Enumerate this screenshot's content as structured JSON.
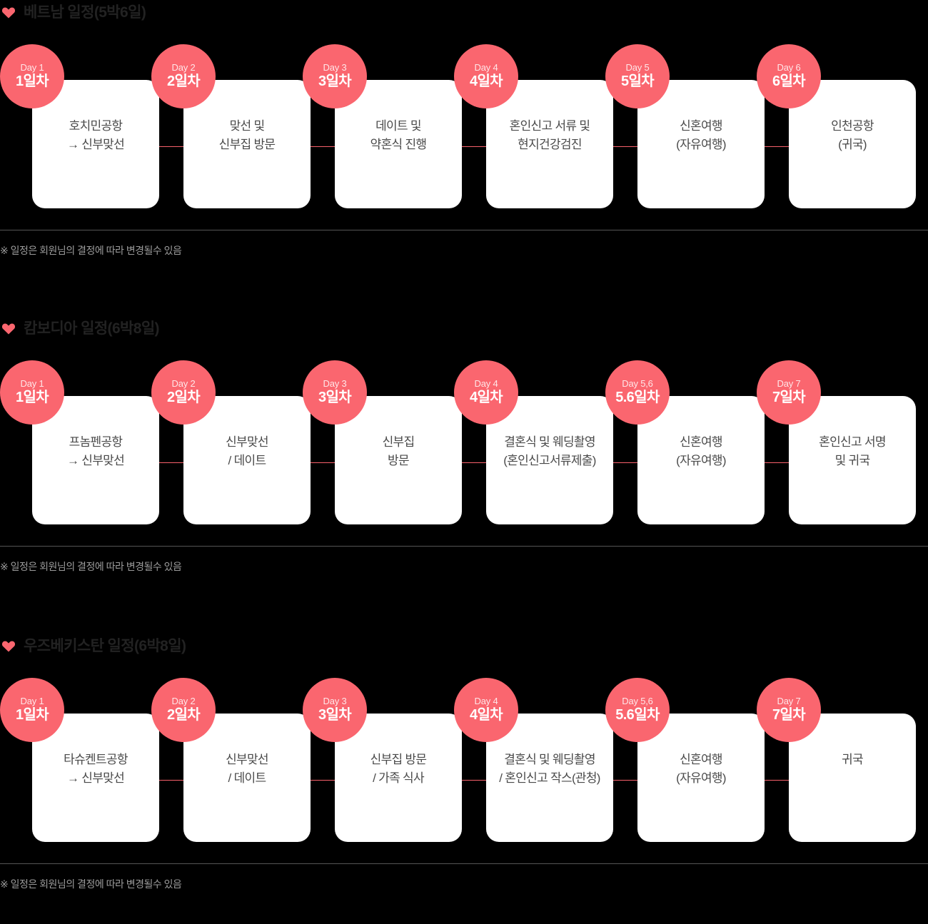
{
  "theme": {
    "background": "#000000",
    "badge_color": "#fa666f",
    "card_color": "#ffffff",
    "connector_color": "#f8616b",
    "title_color": "#222222",
    "note_color": "#9b9b9b",
    "divider_color": "#555555"
  },
  "icons": {
    "heart": "heart-icon"
  },
  "note": "※ 일정은 회원님의 결정에 따라 변경될수 있음",
  "sections": [
    {
      "id": "vietnam",
      "title": "베트남 일정(5박6일)",
      "steps": [
        {
          "day": "Day 1",
          "label": "1일차",
          "text": "호치민공항\n→ 신부맞선"
        },
        {
          "day": "Day 2",
          "label": "2일차",
          "text": "맞선 및\n신부집 방문"
        },
        {
          "day": "Day 3",
          "label": "3일차",
          "text": "데이트 및\n약혼식 진행"
        },
        {
          "day": "Day 4",
          "label": "4일차",
          "text": "혼인신고 서류 및\n현지건강검진"
        },
        {
          "day": "Day 5",
          "label": "5일차",
          "text": "신혼여행\n(자유여행)"
        },
        {
          "day": "Day 6",
          "label": "6일차",
          "text": "인천공항\n(귀국)"
        }
      ],
      "note": "※ 일정은 회원님의 결정에 따라 변경될수 있음"
    },
    {
      "id": "cambodia",
      "title": "캄보디아 일정(6박8일)",
      "steps": [
        {
          "day": "Day 1",
          "label": "1일차",
          "text": "프놈펜공항\n→ 신부맞선"
        },
        {
          "day": "Day 2",
          "label": "2일차",
          "text": "신부맞선\n/ 데이트"
        },
        {
          "day": "Day 3",
          "label": "3일차",
          "text": "신부집\n방문"
        },
        {
          "day": "Day 4",
          "label": "4일차",
          "text": "결혼식 및 웨딩촬영\n(혼인신고서류제출)"
        },
        {
          "day": "Day 5,6",
          "label": "5.6일차",
          "text": "신혼여행\n(자유여행)"
        },
        {
          "day": "Day 7",
          "label": "7일차",
          "text": "혼인신고 서명\n및 귀국"
        }
      ],
      "note": "※ 일정은 회원님의 결정에 따라 변경될수 있음"
    },
    {
      "id": "uzbekistan",
      "title": "우즈베키스탄 일정(6박8일)",
      "steps": [
        {
          "day": "Day 1",
          "label": "1일차",
          "text": "타슈켄트공항\n→ 신부맞선"
        },
        {
          "day": "Day 2",
          "label": "2일차",
          "text": "신부맞선\n/ 데이트"
        },
        {
          "day": "Day 3",
          "label": "3일차",
          "text": "신부집 방문\n/ 가족 식사"
        },
        {
          "day": "Day 4",
          "label": "4일차",
          "text": "결혼식 및 웨딩촬영\n/ 혼인신고 작스(관청)"
        },
        {
          "day": "Day 5,6",
          "label": "5.6일차",
          "text": "신혼여행\n(자유여행)"
        },
        {
          "day": "Day 7",
          "label": "7일차",
          "text": "귀국"
        }
      ],
      "note": "※ 일정은 회원님의 결정에 따라 변경될수 있음"
    }
  ]
}
